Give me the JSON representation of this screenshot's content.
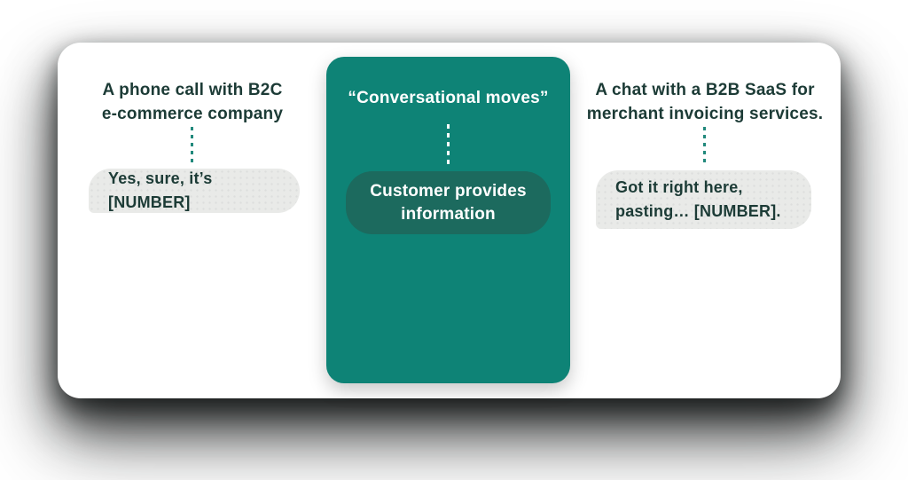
{
  "palette": {
    "page_bg": "#ffffff",
    "card_bg": "#ffffff",
    "teal_panel": "#0E8376",
    "pill_bg": "#1C6A5E",
    "heading_text": "#1C3B36",
    "bubble_bg": "#E9EAE8",
    "bubble_text": "#1C3B36",
    "connector_teal": "#22897C",
    "connector_white": "#ffffff"
  },
  "left_column": {
    "heading_line1": "A phone call with B2C",
    "heading_line2": "e-commerce company",
    "bubble_text": "Yes, sure, it’s [NUMBER]"
  },
  "center_panel": {
    "heading": "“Conversational moves”",
    "pill_line1": "Customer provides",
    "pill_line2": "information"
  },
  "right_column": {
    "heading_line1": "A chat with a B2B SaaS for",
    "heading_line2": "merchant invoicing services.",
    "bubble_line1": "Got it right here,",
    "bubble_line2": "pasting… [NUMBER]."
  }
}
